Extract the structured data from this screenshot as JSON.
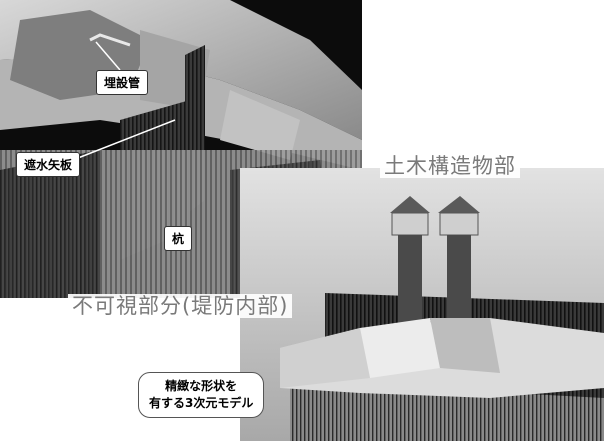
{
  "labels": {
    "buried_pipe": "埋設管",
    "cutoff_sheet_pile": "遮水矢板",
    "pile": "杭"
  },
  "captions": {
    "civil_structure": "土木構造物部",
    "invisible_part": "不可視部分(堤防内部)"
  },
  "description": {
    "line1": "精緻な形状を",
    "line2": "有する3次元モデル"
  }
}
